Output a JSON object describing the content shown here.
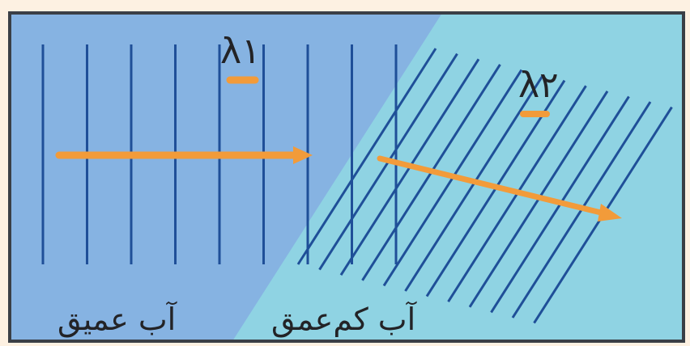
{
  "labels": {
    "lambda_1": "λ۱",
    "lambda_2": "λ۲",
    "deep_water": "آب عمیق",
    "shallow_water": "آب کم‌عمق"
  },
  "colors": {
    "page_background": "#fdf1e2",
    "frame_border": "#3a3f46",
    "deep_water": "#86b3e2",
    "shallow_water": "#8fd3e3",
    "wavefront": "#1f4f98",
    "direction_arrow": "#f29b3a",
    "text": "#232326"
  },
  "wavefront_counts": {
    "deep_region": 9,
    "shallow_region": 12
  }
}
